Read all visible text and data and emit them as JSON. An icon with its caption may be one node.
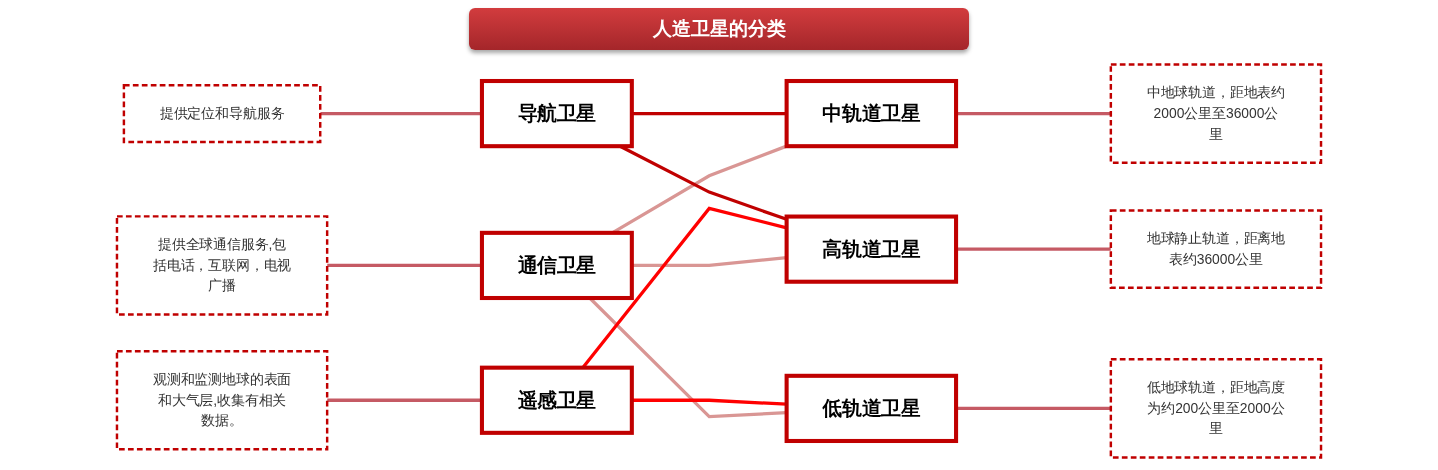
{
  "diagram": {
    "title": "人造卫星的分类",
    "nodes": [
      {
        "text": [
          "提供全球通信服务,包括电话，互联网，电视广播"
        ]
      },
      {
        "text": [
          "通信卫星"
        ]
      },
      {
        "text": [
          "高轨道卫星"
        ]
      },
      {
        "text": [
          "地球静止轨道，距离地表约36000公里"
        ]
      },
      {
        "text": [
          "观测和监测地球的表面和大气层,收集有相关数据。"
        ]
      },
      {
        "text": [
          "遥感卫星"
        ]
      },
      {
        "text": [
          "中轨道卫星"
        ]
      },
      {
        "text": [
          "中地球轨道，距地表约2000公里至36000公里"
        ]
      },
      {
        "text": [
          "提供定位和导航服务"
        ]
      },
      {
        "text": [
          "导航卫星"
        ]
      },
      {
        "text": [
          "低轨道卫星"
        ]
      },
      {
        "text": [
          "低地球轨道，距地高度为约200公里至2000公里"
        ]
      }
    ],
    "edges": [
      {
        "from": 0,
        "to": 1,
        "arrow": "none"
      },
      {
        "from": 4,
        "to": 5,
        "arrow": "none"
      },
      {
        "from": 8,
        "to": 9,
        "arrow": "none"
      },
      {
        "from": 1,
        "to": 2,
        "arrow": "none",
        "color": "#d99694"
      },
      {
        "from": 1,
        "to": 6,
        "arrow": "none",
        "color": "#d99694"
      },
      {
        "from": 1,
        "to": 10,
        "arrow": "none",
        "color": "#d99694"
      },
      {
        "from": 5,
        "to": 2,
        "arrow": "none",
        "color": "#ff0000"
      },
      {
        "from": 5,
        "to": 10,
        "arrow": "none",
        "color": "#ff0000"
      },
      {
        "from": 9,
        "to": 2,
        "arrow": "none",
        "color": "#c00000"
      },
      {
        "from": 9,
        "to": 6,
        "arrow": "none",
        "color": "#c00000"
      },
      {
        "from": 2,
        "to": 3,
        "arrow": "none"
      },
      {
        "from": 6,
        "to": 7,
        "arrow": "none"
      },
      {
        "from": 10,
        "to": 11,
        "arrow": "none"
      }
    ]
  }
}
